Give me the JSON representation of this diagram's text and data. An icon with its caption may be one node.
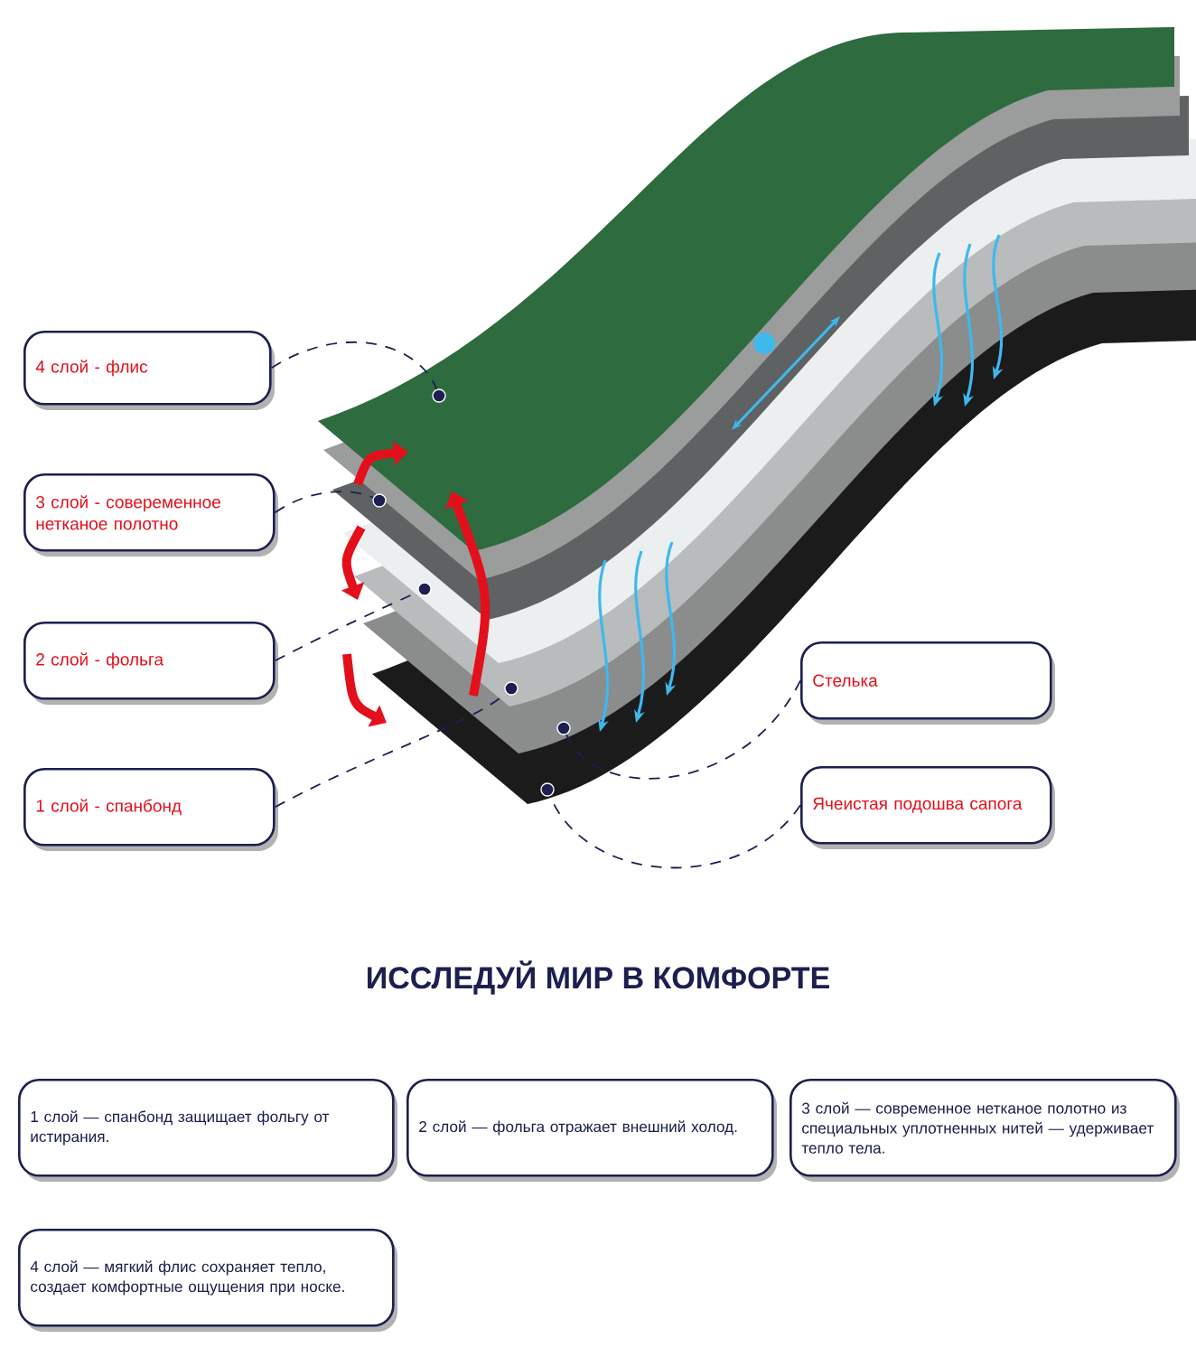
{
  "diagram": {
    "title": "ИССЛЕДУЙ МИР В КОМФОРТЕ",
    "nodes": [
      {
        "text": [
          "4 слой - флис"
        ]
      },
      {
        "text": [
          "3 слой - совеременное нетканое полотно"
        ]
      },
      {
        "text": [
          "2 слой - фольга"
        ]
      },
      {
        "text": [
          "1 слой - спанбонд"
        ]
      },
      {
        "text": [
          "Стелька"
        ]
      },
      {
        "text": [
          "Ячеистая подошва сапога"
        ]
      },
      {
        "text": [],
        "shape": "circle"
      },
      {
        "text": [],
        "shape": "circle"
      },
      {
        "text": [],
        "shape": "circle"
      },
      {
        "text": [],
        "shape": "circle"
      },
      {
        "text": [],
        "shape": "circle"
      },
      {
        "text": [],
        "shape": "circle"
      },
      {
        "text": [
          "1 слой — спанбонд защищает фольгу от истирания."
        ]
      },
      {
        "text": [
          "2 слой — фольга отражает внешний холод."
        ]
      },
      {
        "text": [
          "3 слой — современное нетканое полотно из специальных уплотненных нитей — удерживает тепло тела."
        ]
      },
      {
        "text": [
          "4 слой — мягкий флис сохраняет тепло, создает комфортные ощущения при носке."
        ]
      }
    ],
    "edges": [
      {
        "from": 0,
        "to": 6,
        "arrow": "none",
        "style": "dashed"
      },
      {
        "from": 1,
        "to": 7,
        "arrow": "none",
        "style": "dashed"
      },
      {
        "from": 2,
        "to": 8,
        "arrow": "none",
        "style": "dashed"
      },
      {
        "from": 3,
        "to": 9,
        "arrow": "none",
        "style": "dashed"
      },
      {
        "from": 4,
        "to": 10,
        "arrow": "none",
        "style": "dashed"
      },
      {
        "from": 5,
        "to": 11,
        "arrow": "none",
        "style": "dashed"
      }
    ]
  }
}
